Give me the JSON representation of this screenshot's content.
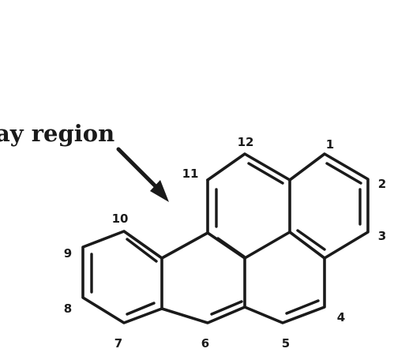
{
  "figure": {
    "region_label": "ay region",
    "atom_numbers": [
      "1",
      "2",
      "3",
      "4",
      "5",
      "6",
      "7",
      "8",
      "9",
      "10",
      "11",
      "12"
    ],
    "line_color": "#1a1a1a",
    "background": "#ffffff"
  }
}
